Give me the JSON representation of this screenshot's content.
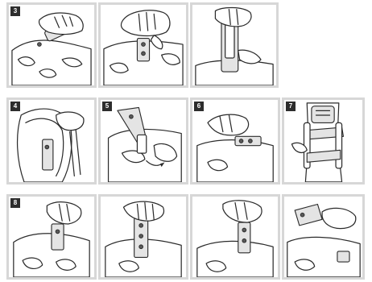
{
  "steps": [
    {
      "number": "3",
      "icon": "tighten-strap-icon"
    },
    {
      "number": "4",
      "icon": "strap-behind-knee-icon"
    },
    {
      "number": "5",
      "icon": "thread-buckle-icon"
    },
    {
      "number": "6",
      "icon": "close-buckle-icon"
    },
    {
      "number": "7",
      "icon": "brace-on-leg-icon"
    },
    {
      "number": "8",
      "icon": "adjust-strap-icon"
    }
  ],
  "colors": {
    "frame": "#d7d7d7",
    "badge": "#2d2d2d",
    "line": "#2b2b2b"
  }
}
